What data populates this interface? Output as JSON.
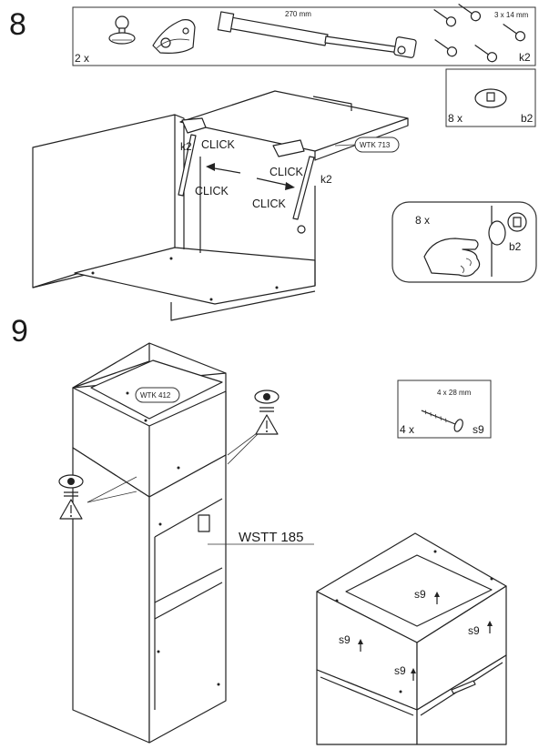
{
  "steps": [
    {
      "number": "8",
      "parts_box": {
        "quantity": "2 x",
        "strut_length": "270 mm",
        "screw_size": "3 x 14 mm",
        "code": "k2"
      },
      "cam_box": {
        "quantity": "8 x",
        "code": "b2"
      },
      "panel_label": "WTK 713",
      "click_labels": [
        "CLICK",
        "CLICK",
        "CLICK",
        "CLICK"
      ],
      "k2_labels": [
        "k2",
        "k2"
      ],
      "inset": {
        "quantity": "8 x",
        "code": "b2"
      }
    },
    {
      "number": "9",
      "screw_box": {
        "size": "4 x 28 mm",
        "quantity": "4 x",
        "code": "s9"
      },
      "top_cabinet_label": "WTK 412",
      "column_label": "WSTT 185",
      "s9_labels": [
        "s9",
        "s9",
        "s9",
        "s9"
      ]
    }
  ],
  "icons": [
    "eye-icon",
    "warning-triangle-icon"
  ]
}
